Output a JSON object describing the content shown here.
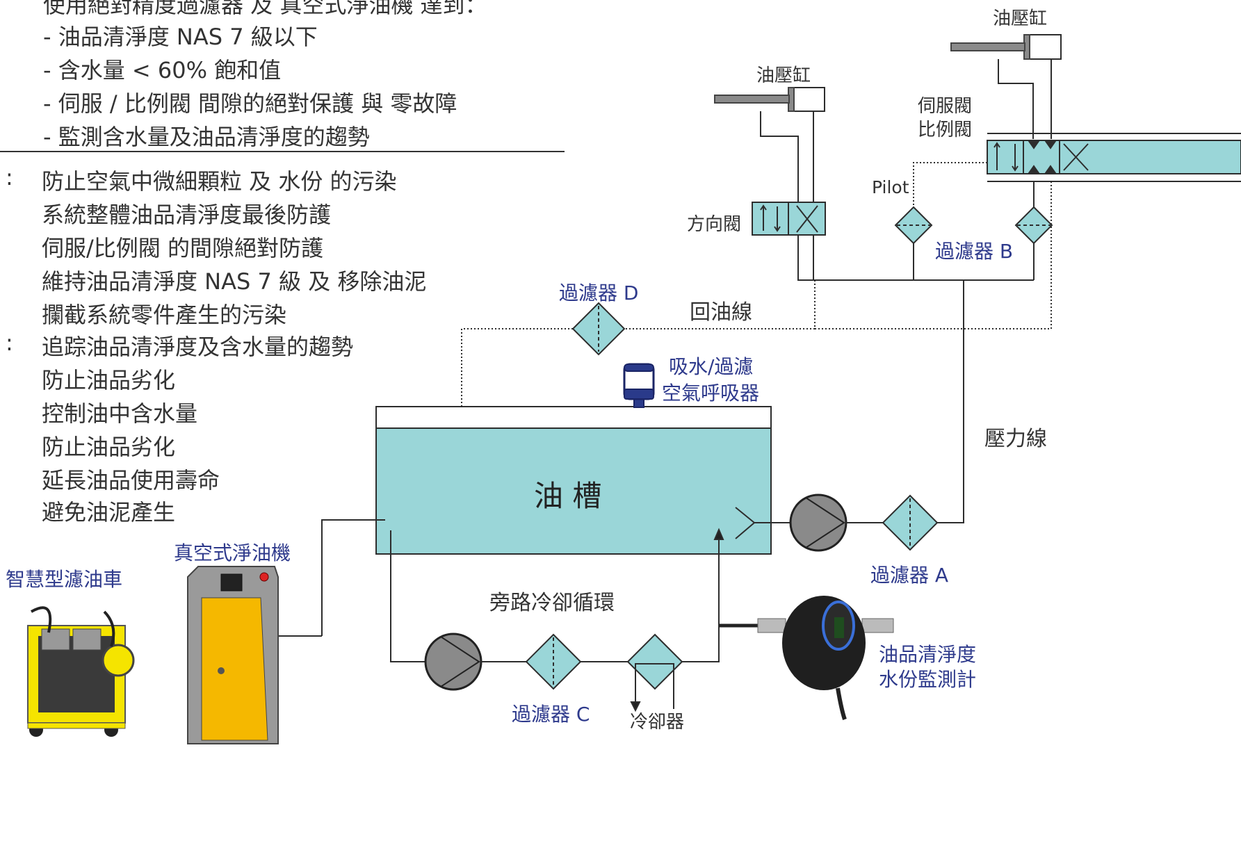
{
  "left_text": {
    "top_partial": "使用絕對精度過濾器 及 真空式淨油機 達到：",
    "bullets": [
      "- 油品清淨度 NAS 7 級以下",
      "- 含水量 < 60% 飽和值",
      "- 伺服 / 比例閥 間隙的絕對保護 與 零故障",
      "- 監測含水量及油品清淨度的趨勢"
    ],
    "colon": ":",
    "group1": [
      "防止空氣中微細顆粒 及 水份 的污染",
      "系統整體油品清淨度最後防護",
      "伺服/比例閥 的間隙絕對防護",
      "維持油品清淨度 NAS 7 級 及 移除油泥",
      "攔截系統零件產生的污染"
    ],
    "group2": [
      "追踪油品清淨度及含水量的趨勢",
      "防止油品劣化",
      "控制油中含水量",
      "防止油品劣化",
      "延長油品使用壽命",
      "避免油泥產生"
    ]
  },
  "diagram": {
    "cylinder_1": "油壓缸",
    "cylinder_2": "油壓缸",
    "servo_valve_line1": "伺服閥",
    "servo_valve_line2": "比例閥",
    "pilot": "Pilot",
    "direction_valve": "方向閥",
    "filter_b": "過濾器 B",
    "filter_d": "過濾器 D",
    "return_line": "回油線",
    "breather_line1": "吸水/過濾",
    "breather_line2": "空氣呼吸器",
    "pressure_line": "壓力線",
    "tank": "油 槽",
    "filter_a": "過濾器 A",
    "vacuum_purifier": "真空式淨油機",
    "smart_cart": "智慧型濾油車",
    "bypass_loop": "旁路冷卻循環",
    "filter_c": "過濾器 C",
    "cooler": "冷卻器",
    "sensor_line1": "油品清淨度",
    "sensor_line2": "水份監測計"
  },
  "colors": {
    "fill": "#9ad6d8",
    "stroke": "#2d2d2d",
    "label_blue": "#2e3a8c",
    "pump_gray": "#8a8a8a",
    "purifier_yellow": "#f5b800"
  }
}
